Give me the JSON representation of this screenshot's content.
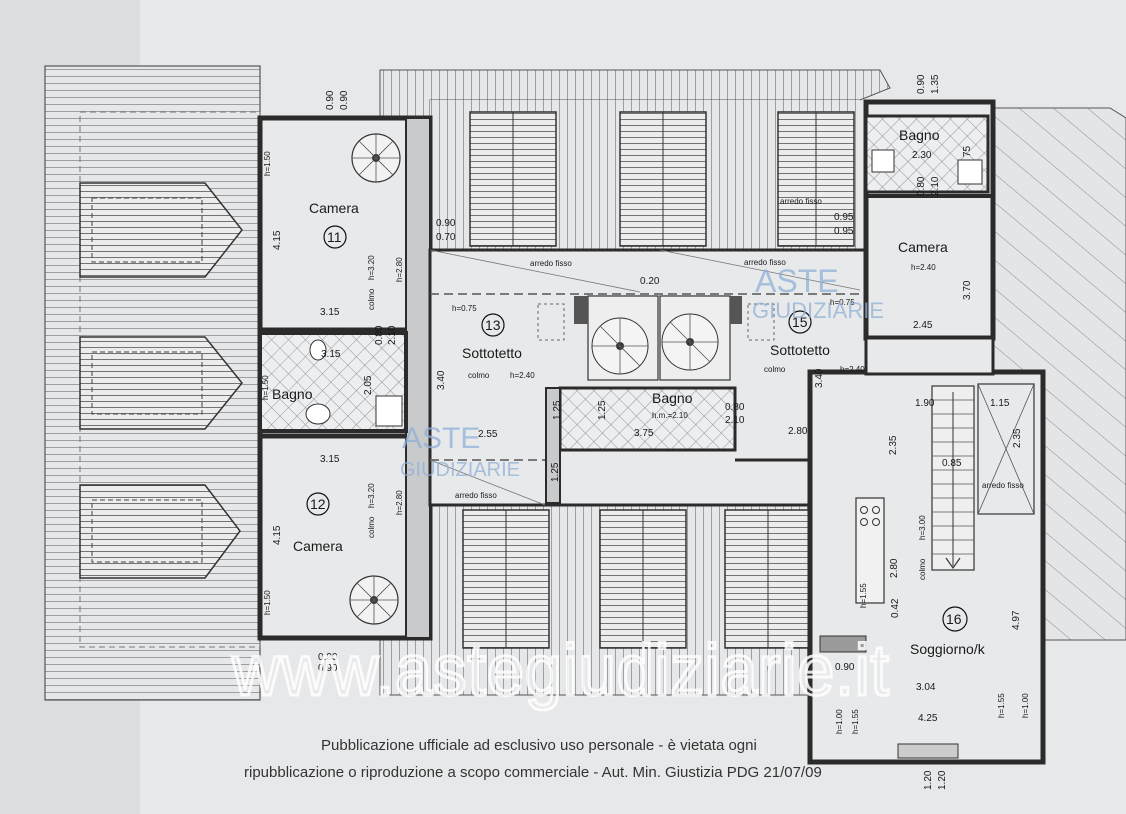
{
  "rooms": [
    {
      "id": "room-11",
      "name": "Camera",
      "number": "11",
      "height": "h=3.20",
      "colmo": "colmo"
    },
    {
      "id": "room-12",
      "name": "Camera",
      "number": "12",
      "height": "h=3.20",
      "colmo": "colmo"
    },
    {
      "id": "room-13",
      "name": "Sottotetto",
      "number": "13",
      "height_min": "h=0.75",
      "colmo": "colmo",
      "colmo_h": "h=2.40"
    },
    {
      "id": "room-15",
      "name": "Sottotetto",
      "number": "15",
      "height_min": "h=0.75",
      "colmo": "colmo",
      "colmo_h": "h=2.40"
    },
    {
      "id": "room-16",
      "name": "Soggiorno/k",
      "number": "16",
      "height": "h=3.00",
      "colmo": "colmo"
    }
  ],
  "unnumbered_rooms": {
    "bagno_left": "Bagno",
    "bagno_center": "Bagno",
    "bagno_center_h": "h.m.=2.10",
    "bagno_top_right": "Bagno",
    "camera_right": "Camera",
    "camera_right_h": "h=2.40"
  },
  "fixed_furniture": [
    "arredo fisso",
    "arredo fisso",
    "arredo fisso",
    "arredo fisso",
    "arredo fisso"
  ],
  "dimensions": {
    "top_left_door": [
      "0.90",
      "0.90"
    ],
    "top_right_door": [
      "0.90",
      "1.35"
    ],
    "bottom_left_door": [
      "0.90",
      "0.90"
    ],
    "bottom_right_door": [
      "1.20",
      "1.20"
    ],
    "cam11_h150": "h=1.50",
    "cam11_width": "3.15",
    "cam11_depth": "4.15",
    "cam11_h280": "h=2.80",
    "bagnoL_width": "3.15",
    "bagnoL_depth": "2.05",
    "bagnoL_h150": "h=1.50",
    "bagnoL_door": [
      "0.80",
      "2.10"
    ],
    "cam12_width": "3.15",
    "cam12_depth": "4.15",
    "cam12_h280": "h=2.80",
    "cam12_h150": "h=1.50",
    "win_090_070": [
      "0.90",
      "0.70"
    ],
    "win_095": [
      "0.95",
      "0.95"
    ],
    "beam_020": "0.20",
    "sott13_depth": "3.40",
    "sott13_width": "2.55",
    "sott15_depth": "3.40",
    "sott15_width": "2.80",
    "bagnoC_width": "3.75",
    "bagnoC_125a": "1.25",
    "bagnoC_125b": "1.25",
    "bagnoC_125c": "1.25",
    "bagnoC_door": [
      "0.80",
      "2.10"
    ],
    "bagnoTR_width": "2.30",
    "bagnoTR_75": "75",
    "bagnoTR_door": [
      "0.80",
      "2.10"
    ],
    "camR_depth": "3.70",
    "camR_width": "2.45",
    "sogg_190": "1.90",
    "sogg_115": "1.15",
    "sogg_235a": "2.35",
    "sogg_235b": "2.35",
    "sogg_085": "0.85",
    "sogg_280": "2.80",
    "sogg_042": "0.42",
    "sogg_155a": "h=1.55",
    "sogg_090": "0.90",
    "sogg_497": "4.97",
    "sogg_304": "3.04",
    "sogg_425": "4.25",
    "sogg_h100a": "h=1.00",
    "sogg_h155b": "h=1.55",
    "sogg_h155c": "h=1.55",
    "sogg_h100b": "h=1.00"
  },
  "watermark": {
    "url": "www.astegiudiziarie.it",
    "logo_top": "ASTE",
    "logo_bottom": "GIUDIZIARIE"
  },
  "notice": {
    "line1": "Pubblicazione ufficiale ad esclusivo uso personale - è vietata ogni",
    "line2": "ripubblicazione o riproduzione a scopo commerciale - Aut. Min. Giustizia PDG 21/07/09"
  }
}
